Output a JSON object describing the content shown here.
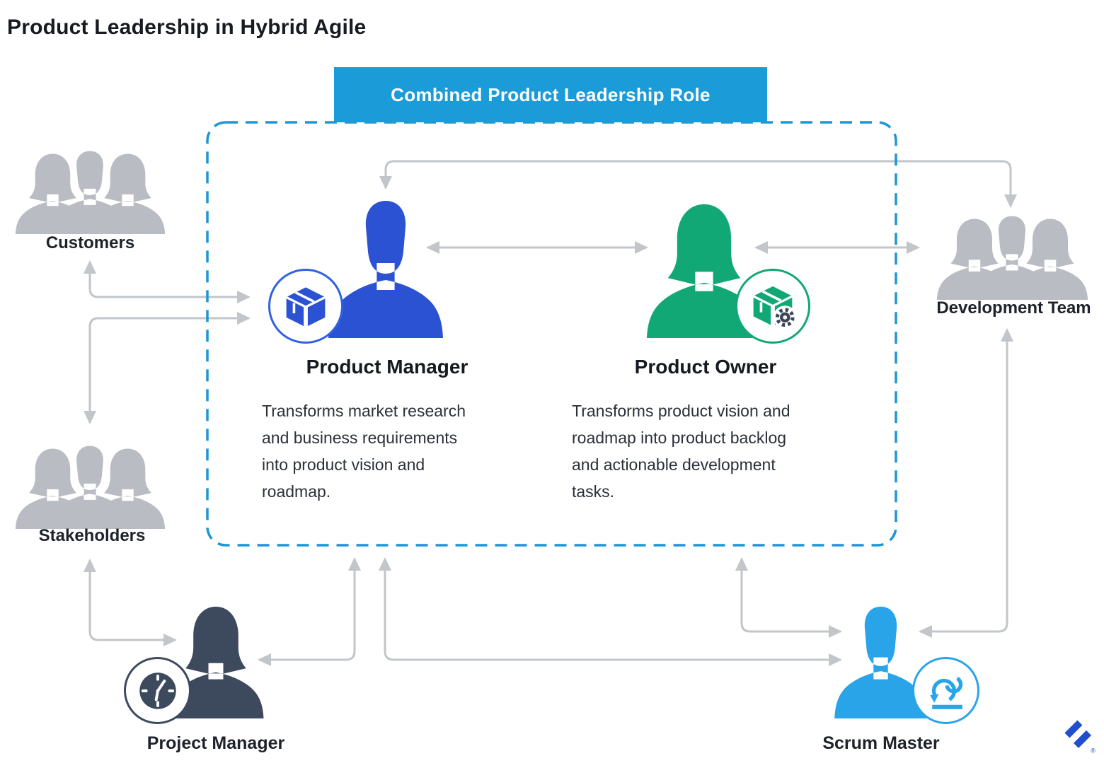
{
  "title": "Product Leadership in Hybrid Agile",
  "banner": {
    "label": "Combined Product Leadership Role",
    "bg_color": "#1b9cd9"
  },
  "combined_box": {
    "border_color": "#1e96d2",
    "style": "dashed-rounded"
  },
  "arrow_color": "#c2c5c9",
  "roles": {
    "product_manager": {
      "label": "Product Manager",
      "description": "Transforms market research\nand business requirements\ninto product vision and\nroadmap.",
      "color": "#2b52d3",
      "badge_icon": "package-box-icon",
      "figure": "male-silhouette"
    },
    "product_owner": {
      "label": "Product Owner",
      "description": "Transforms product vision and\nroadmap into product backlog\nand actionable development\ntasks.",
      "color": "#12a876",
      "badge_icon": "package-box-gear-icon",
      "figure": "female-silhouette"
    },
    "customers": {
      "label": "Customers",
      "color": "#b9bdc3",
      "figure": "group-silhouette"
    },
    "stakeholders": {
      "label": "Stakeholders",
      "color": "#b9bdc3",
      "figure": "group-silhouette"
    },
    "development_team": {
      "label": "Development Team",
      "color": "#b9bdc3",
      "figure": "group-silhouette"
    },
    "project_manager": {
      "label": "Project Manager",
      "color": "#3d4a5e",
      "badge_icon": "clock-icon",
      "figure": "female-silhouette"
    },
    "scrum_master": {
      "label": "Scrum Master",
      "color": "#29a4e9",
      "badge_icon": "sprint-loop-icon",
      "figure": "male-silhouette"
    }
  },
  "logo": {
    "name": "toptal-logo",
    "color": "#204ecf"
  }
}
